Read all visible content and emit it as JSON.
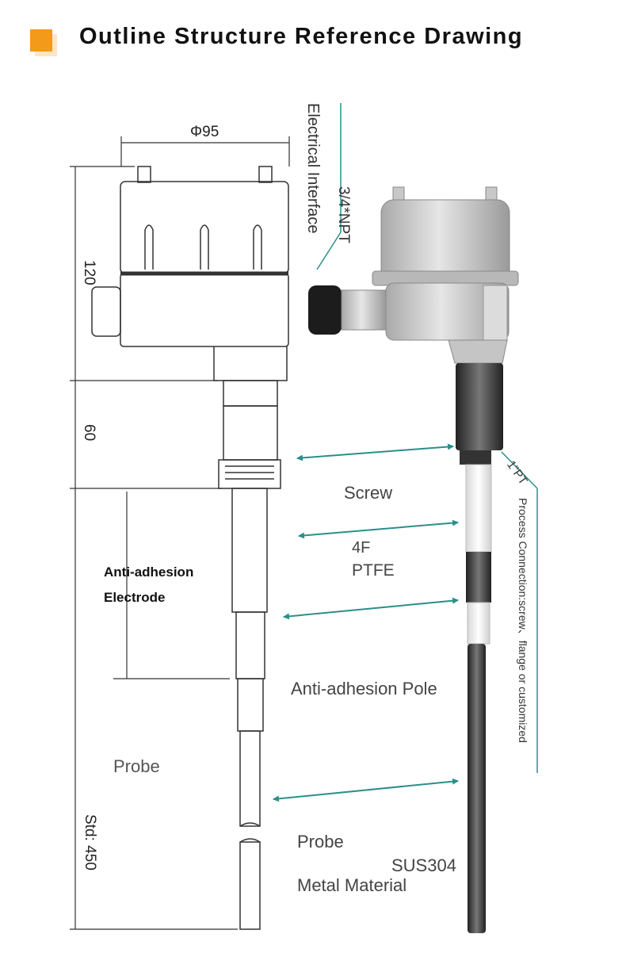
{
  "header": {
    "title": "Outline Structure Reference Drawing",
    "accent_color": "#f39a1b"
  },
  "dimensions": {
    "diameter": "Φ95",
    "housing_height": "120",
    "neck_height": "60",
    "probe_length": "Std: 450"
  },
  "labels": {
    "electrical_interface": "Electrical Interface",
    "npt": "3/4*NPT",
    "pt": "1\"PT",
    "process_connection": "Process Connection:screw、flange or customized",
    "screw": "Screw",
    "ptfe_line1": "4F",
    "ptfe_line2": "PTFE",
    "anti_adhesion_electrode_line1": "Anti-adhesion",
    "anti_adhesion_electrode_line2": "Electrode",
    "anti_adhesion_pole": "Anti-adhesion Pole",
    "probe_left": "Probe",
    "probe_right": "Probe",
    "sus304": "SUS304",
    "metal_material": "Metal Material"
  },
  "colors": {
    "pointer": "#2a8f8a",
    "line": "#333333"
  }
}
